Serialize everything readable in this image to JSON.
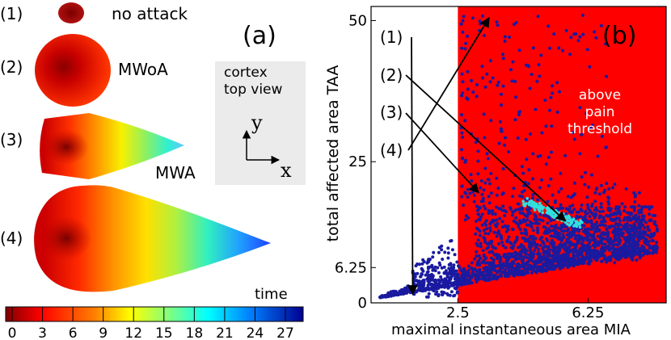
{
  "panel_a": {
    "label": "(a)",
    "shape_labels": [
      "(1)",
      "(2)",
      "(3)",
      "(4)"
    ],
    "no_attack": "no attack",
    "mwoa": "MWoA",
    "mwa": "MWA",
    "inset": {
      "line1": "cortex",
      "line2": "top view",
      "axis_y": "y",
      "axis_x": "x"
    },
    "colorbar": {
      "title": "time",
      "ticks": [
        "0",
        "3",
        "6",
        "9",
        "12",
        "15",
        "18",
        "21",
        "24",
        "27"
      ]
    }
  },
  "panel_b": {
    "label": "(b)",
    "annotation_lines": [
      "above",
      "pain",
      "threshold"
    ],
    "arrow_labels": [
      "(1)",
      "(2)",
      "(3)",
      "(4)"
    ]
  },
  "chart_data": {
    "type": "scatter",
    "xlabel": "maximal instantaneous area MIA",
    "ylabel": "total affected area TAA",
    "xticks": [
      "2.5",
      "6.25"
    ],
    "yticks": [
      "0",
      "6.25",
      "25",
      "50"
    ],
    "xlim": [
      0,
      8.5
    ],
    "ylim": [
      0,
      52.5
    ],
    "threshold_x": 2.5,
    "above_threshold_color": "#ff0000",
    "point_color": "#1a1aa0",
    "highlight_color": "#30e0e0",
    "arrow_targets": [
      {
        "label": "(1)",
        "x": 1.2,
        "y": 1.5
      },
      {
        "label": "(2)",
        "x": 5.6,
        "y": 14.5
      },
      {
        "label": "(3)",
        "x": 3.1,
        "y": 19.5
      },
      {
        "label": "(4)",
        "x": 3.4,
        "y": 50.5
      }
    ]
  }
}
